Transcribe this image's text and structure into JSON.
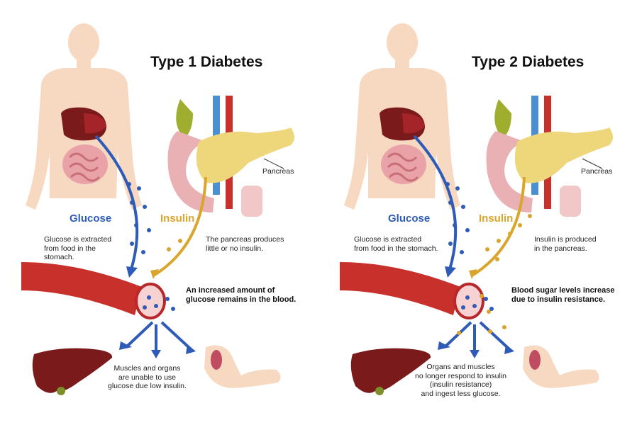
{
  "panels": [
    {
      "title": "Type 1 Diabetes",
      "organ_label": "Pancreas",
      "glucose_label": "Glucose",
      "insulin_label": "Insulin",
      "stomach_caption": "Glucose is extracted\nfrom food in the\nstomach.",
      "pancreas_caption": "The pancreas produces\nlittle or no insulin.",
      "blood_caption": "An increased amount of\nglucose remains in the blood.",
      "bottom_caption": "Muscles and organs\nare unable to use\nglucose due low insulin."
    },
    {
      "title": "Type 2 Diabetes",
      "organ_label": "Pancreas",
      "glucose_label": "Glucose",
      "insulin_label": "Insulin",
      "stomach_caption": "Glucose is extracted\nfrom food in the stomach.",
      "pancreas_caption": "Insulin is produced\nin the pancreas.",
      "blood_caption": "Blood sugar levels increase\ndue to insulin resistance.",
      "bottom_caption": "Organs and muscles\nno longer respond to insulin\n(insulin resistance)\nand ingest less glucose."
    }
  ],
  "colors": {
    "skin": "#f7d9c2",
    "glucose": "#2f5bb8",
    "insulin": "#d9a52c",
    "vessel": "#c8302b",
    "liver": "#7a1a1a",
    "pancreas": "#eed67a"
  }
}
